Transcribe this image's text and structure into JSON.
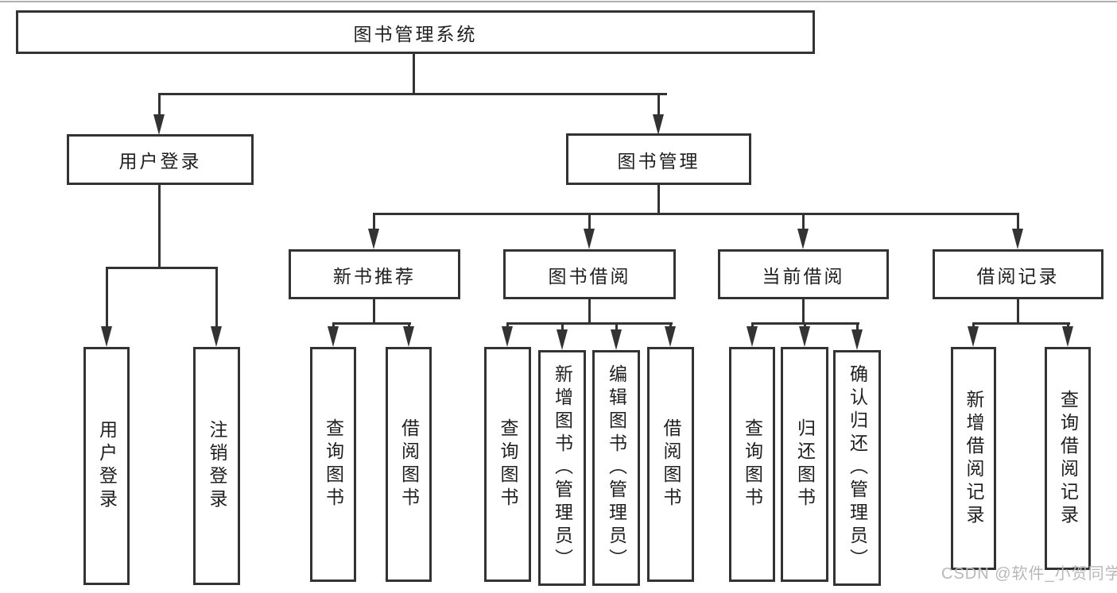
{
  "colors": {
    "background": "#ffffff",
    "line": "#333333",
    "box_border": "#333333",
    "text": "#1f1f1f",
    "watermark": "#b8b8b8"
  },
  "watermark": {
    "text": "CSDN @软件_小贺同学"
  },
  "tree": {
    "root": {
      "label": "图书管理系统"
    },
    "level2": [
      {
        "label": "用户登录",
        "children": [
          {
            "label": "用户登录"
          },
          {
            "label": "注销登录"
          }
        ]
      },
      {
        "label": "图书管理",
        "children": [
          {
            "label": "新书推荐",
            "children": [
              {
                "label": "查询图书"
              },
              {
                "label": "借阅图书"
              }
            ]
          },
          {
            "label": "图书借阅",
            "children": [
              {
                "label": "查询图书"
              },
              {
                "label": "新增图书（管理员）"
              },
              {
                "label": "编辑图书（管理员）"
              },
              {
                "label": "借阅图书"
              }
            ]
          },
          {
            "label": "当前借阅",
            "children": [
              {
                "label": "查询图书"
              },
              {
                "label": "归还图书"
              },
              {
                "label": "确认归还（管理员）"
              }
            ]
          },
          {
            "label": "借阅记录",
            "children": [
              {
                "label": "新增借阅记录"
              },
              {
                "label": "查询借阅记录"
              }
            ]
          }
        ]
      }
    ]
  }
}
